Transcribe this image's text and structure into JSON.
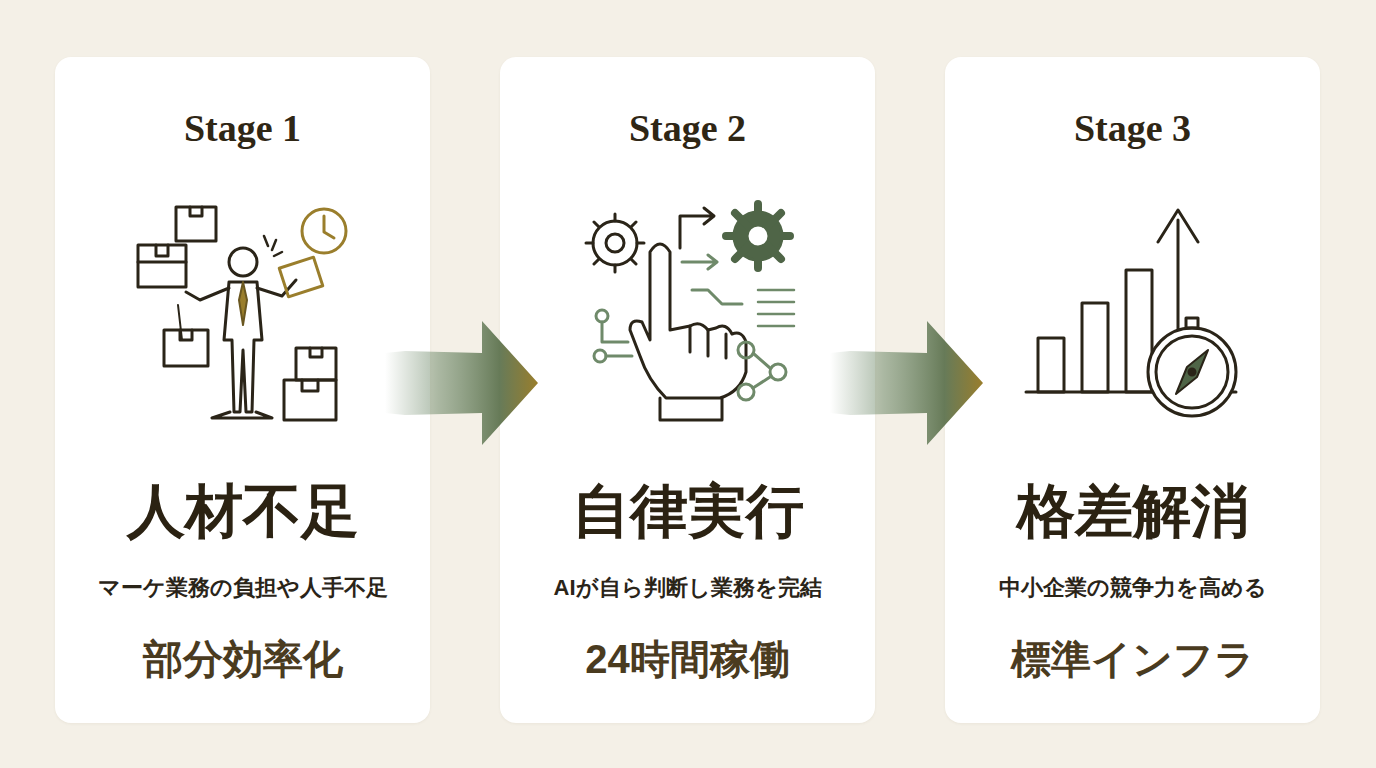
{
  "diagram": {
    "nodes": [
      {
        "text": [
          "Stage 1",
          "人材不足",
          "マーケ業務の負担や人手不足",
          "部分効率化"
        ]
      },
      {
        "text": [
          "Stage 2",
          "自律実行",
          "AIが自ら判断し業務を完結",
          "24時間稼働"
        ]
      },
      {
        "text": [
          "Stage 3",
          "格差解消",
          "中小企業の競争力を高める",
          "標準インフラ"
        ]
      }
    ],
    "edges": [
      {
        "from": 0,
        "to": 1,
        "arrow": "to"
      },
      {
        "from": 1,
        "to": 2,
        "arrow": "to"
      }
    ]
  }
}
